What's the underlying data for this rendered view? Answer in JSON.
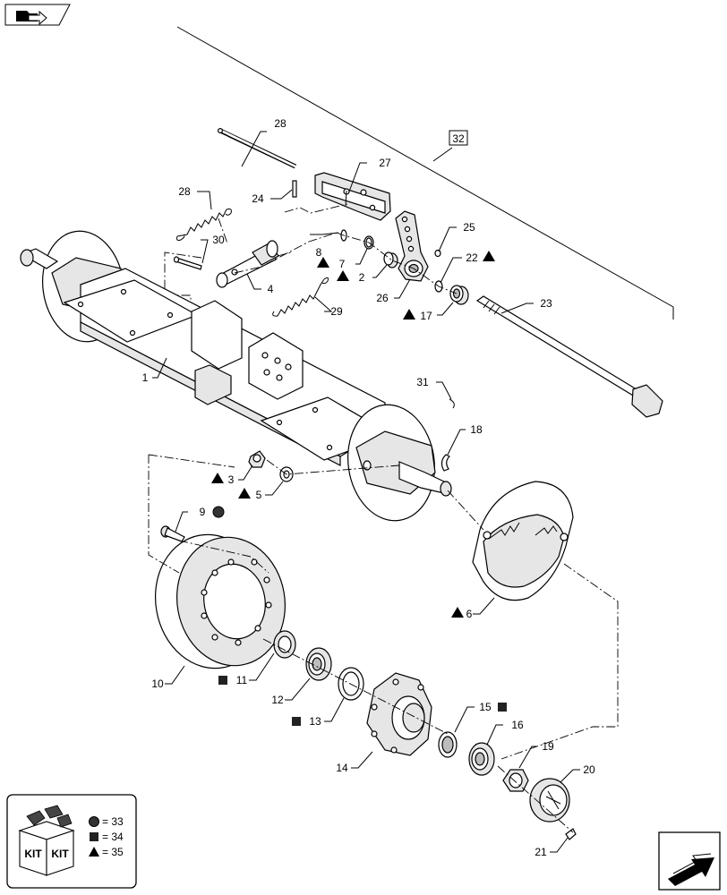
{
  "callouts": [
    {
      "id": "c1",
      "text": "1",
      "marker": "none"
    },
    {
      "id": "c2",
      "text": "2",
      "marker": "triangle"
    },
    {
      "id": "c3",
      "text": "3",
      "marker": "triangle"
    },
    {
      "id": "c4",
      "text": "4",
      "marker": "none"
    },
    {
      "id": "c5",
      "text": "5",
      "marker": "triangle"
    },
    {
      "id": "c6",
      "text": "6",
      "marker": "triangle"
    },
    {
      "id": "c7",
      "text": "7",
      "marker": "triangle"
    },
    {
      "id": "c8",
      "text": "8",
      "marker": "none"
    },
    {
      "id": "c9",
      "text": "9",
      "marker": "circle"
    },
    {
      "id": "c10",
      "text": "10",
      "marker": "none"
    },
    {
      "id": "c11",
      "text": "11",
      "marker": "square"
    },
    {
      "id": "c12",
      "text": "12",
      "marker": "none"
    },
    {
      "id": "c13",
      "text": "13",
      "marker": "square"
    },
    {
      "id": "c14",
      "text": "14",
      "marker": "none"
    },
    {
      "id": "c15",
      "text": "15",
      "marker": "square"
    },
    {
      "id": "c16",
      "text": "16",
      "marker": "none"
    },
    {
      "id": "c17",
      "text": "17",
      "marker": "triangle"
    },
    {
      "id": "c18",
      "text": "18",
      "marker": "none"
    },
    {
      "id": "c19",
      "text": "19",
      "marker": "none"
    },
    {
      "id": "c20",
      "text": "20",
      "marker": "none"
    },
    {
      "id": "c21",
      "text": "21",
      "marker": "none"
    },
    {
      "id": "c22",
      "text": "22",
      "marker": "triangle"
    },
    {
      "id": "c23",
      "text": "23",
      "marker": "none"
    },
    {
      "id": "c24",
      "text": "24",
      "marker": "none"
    },
    {
      "id": "c25",
      "text": "25",
      "marker": "none"
    },
    {
      "id": "c26",
      "text": "26",
      "marker": "none"
    },
    {
      "id": "c27",
      "text": "27",
      "marker": "none"
    },
    {
      "id": "c28a",
      "text": "28",
      "marker": "none"
    },
    {
      "id": "c28b",
      "text": "28",
      "marker": "none"
    },
    {
      "id": "c29",
      "text": "29",
      "marker": "none"
    },
    {
      "id": "c30",
      "text": "30",
      "marker": "none"
    },
    {
      "id": "c31",
      "text": "31",
      "marker": "none"
    },
    {
      "id": "c32",
      "text": "32",
      "marker": "boxed"
    }
  ],
  "kit_legend": {
    "kit_word": "KIT",
    "items": [
      {
        "marker": "circle",
        "text": "= 33"
      },
      {
        "marker": "square",
        "text": "= 34"
      },
      {
        "marker": "triangle",
        "text": "= 35"
      }
    ]
  },
  "icons": {
    "top_left": "folder-arrow-icon",
    "bottom_right": "next-page-arrow-icon"
  }
}
